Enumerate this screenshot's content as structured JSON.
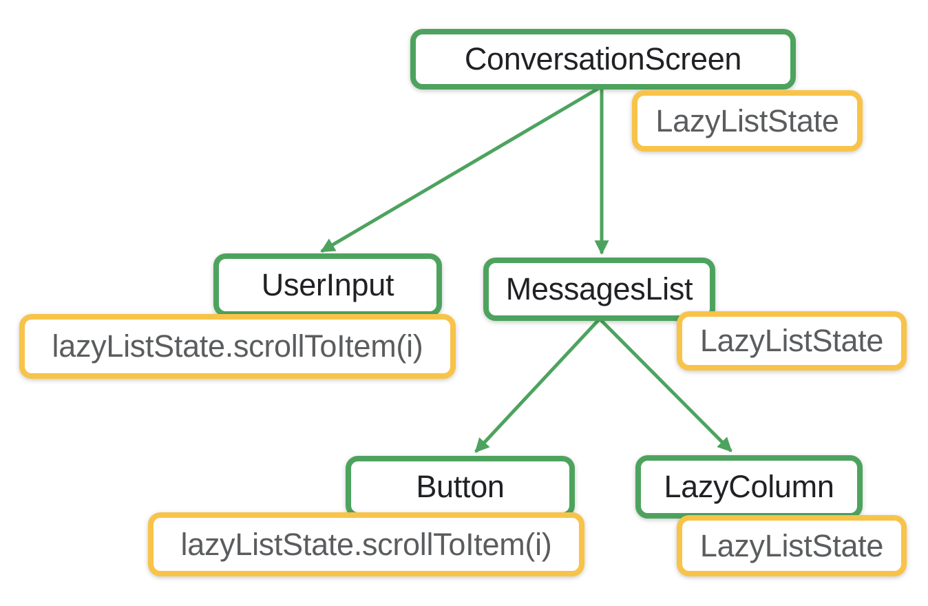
{
  "diagram": {
    "description": "Compose state hoisting tree diagram",
    "colors": {
      "node_border": "#4DA35E",
      "state_border": "#F8C349",
      "node_text": "#202124",
      "state_text": "#5A5C5E",
      "arrow": "#4DA35E",
      "background": "#FFFFFF"
    },
    "nodes": {
      "conversation_screen": {
        "label": "ConversationScreen"
      },
      "user_input": {
        "label": "UserInput"
      },
      "messages_list": {
        "label": "MessagesList"
      },
      "button": {
        "label": "Button"
      },
      "lazy_column": {
        "label": "LazyColumn"
      }
    },
    "states": {
      "conversation_screen_state": {
        "label": "LazyListState"
      },
      "user_input_callback": {
        "label": "lazyListState.scrollToItem(i)"
      },
      "messages_list_state": {
        "label": "LazyListState"
      },
      "button_callback": {
        "label": "lazyListState.scrollToItem(i)"
      },
      "lazy_column_state": {
        "label": "LazyListState"
      }
    },
    "edges": [
      {
        "from": "ConversationScreen",
        "to": "UserInput"
      },
      {
        "from": "ConversationScreen",
        "to": "MessagesList"
      },
      {
        "from": "MessagesList",
        "to": "Button"
      },
      {
        "from": "MessagesList",
        "to": "LazyColumn"
      }
    ]
  }
}
